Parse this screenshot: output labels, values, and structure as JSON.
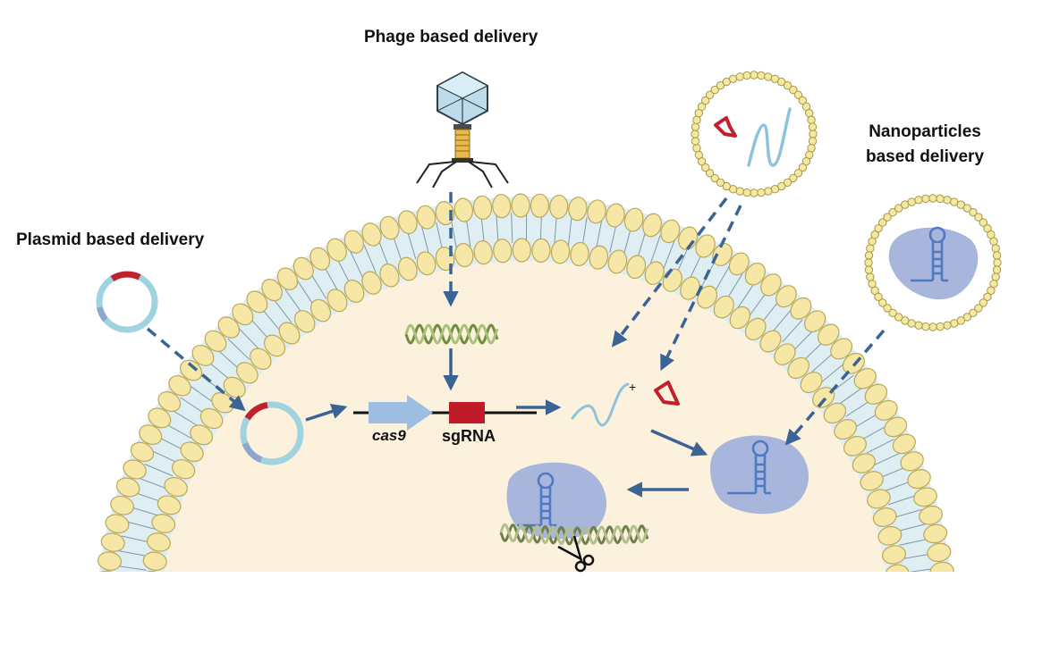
{
  "labels": {
    "phage": "Phage based delivery",
    "plasmid": "Plasmid based delivery",
    "nano_line1": "Nanoparticles",
    "nano_line2": "based delivery",
    "cas9": "cas9",
    "sgrna": "sgRNA",
    "plus": "+"
  },
  "icons": {
    "phage": "bacteriophage-icon",
    "plasmid": "plasmid-ring-icon",
    "nanoparticle": "lipid-nanoparticle-icon",
    "dna": "dna-helix-icon",
    "mrna": "mrna-wave-icon",
    "protein": "cas9-protein-icon",
    "scissors": "scissors-icon"
  },
  "colors": {
    "cytoplasm": "#fbf1dc",
    "lipid_head": "#f7e7a6",
    "lipid_edge": "#b9a85a",
    "membrane_core": "#dfeef2",
    "arrow": "#3a6496",
    "plasmid_main": "#9fd3df",
    "plasmid_red": "#c0212c",
    "plasmid_blue": "#8fa6cf",
    "sgrna_box": "#c01b28",
    "cas9_arrow": "#9ebde2",
    "protein": "#a9b6dc",
    "rna": "#4f79c2",
    "dna_green": "#8aa55a",
    "mrna": "#8ec3dc"
  }
}
